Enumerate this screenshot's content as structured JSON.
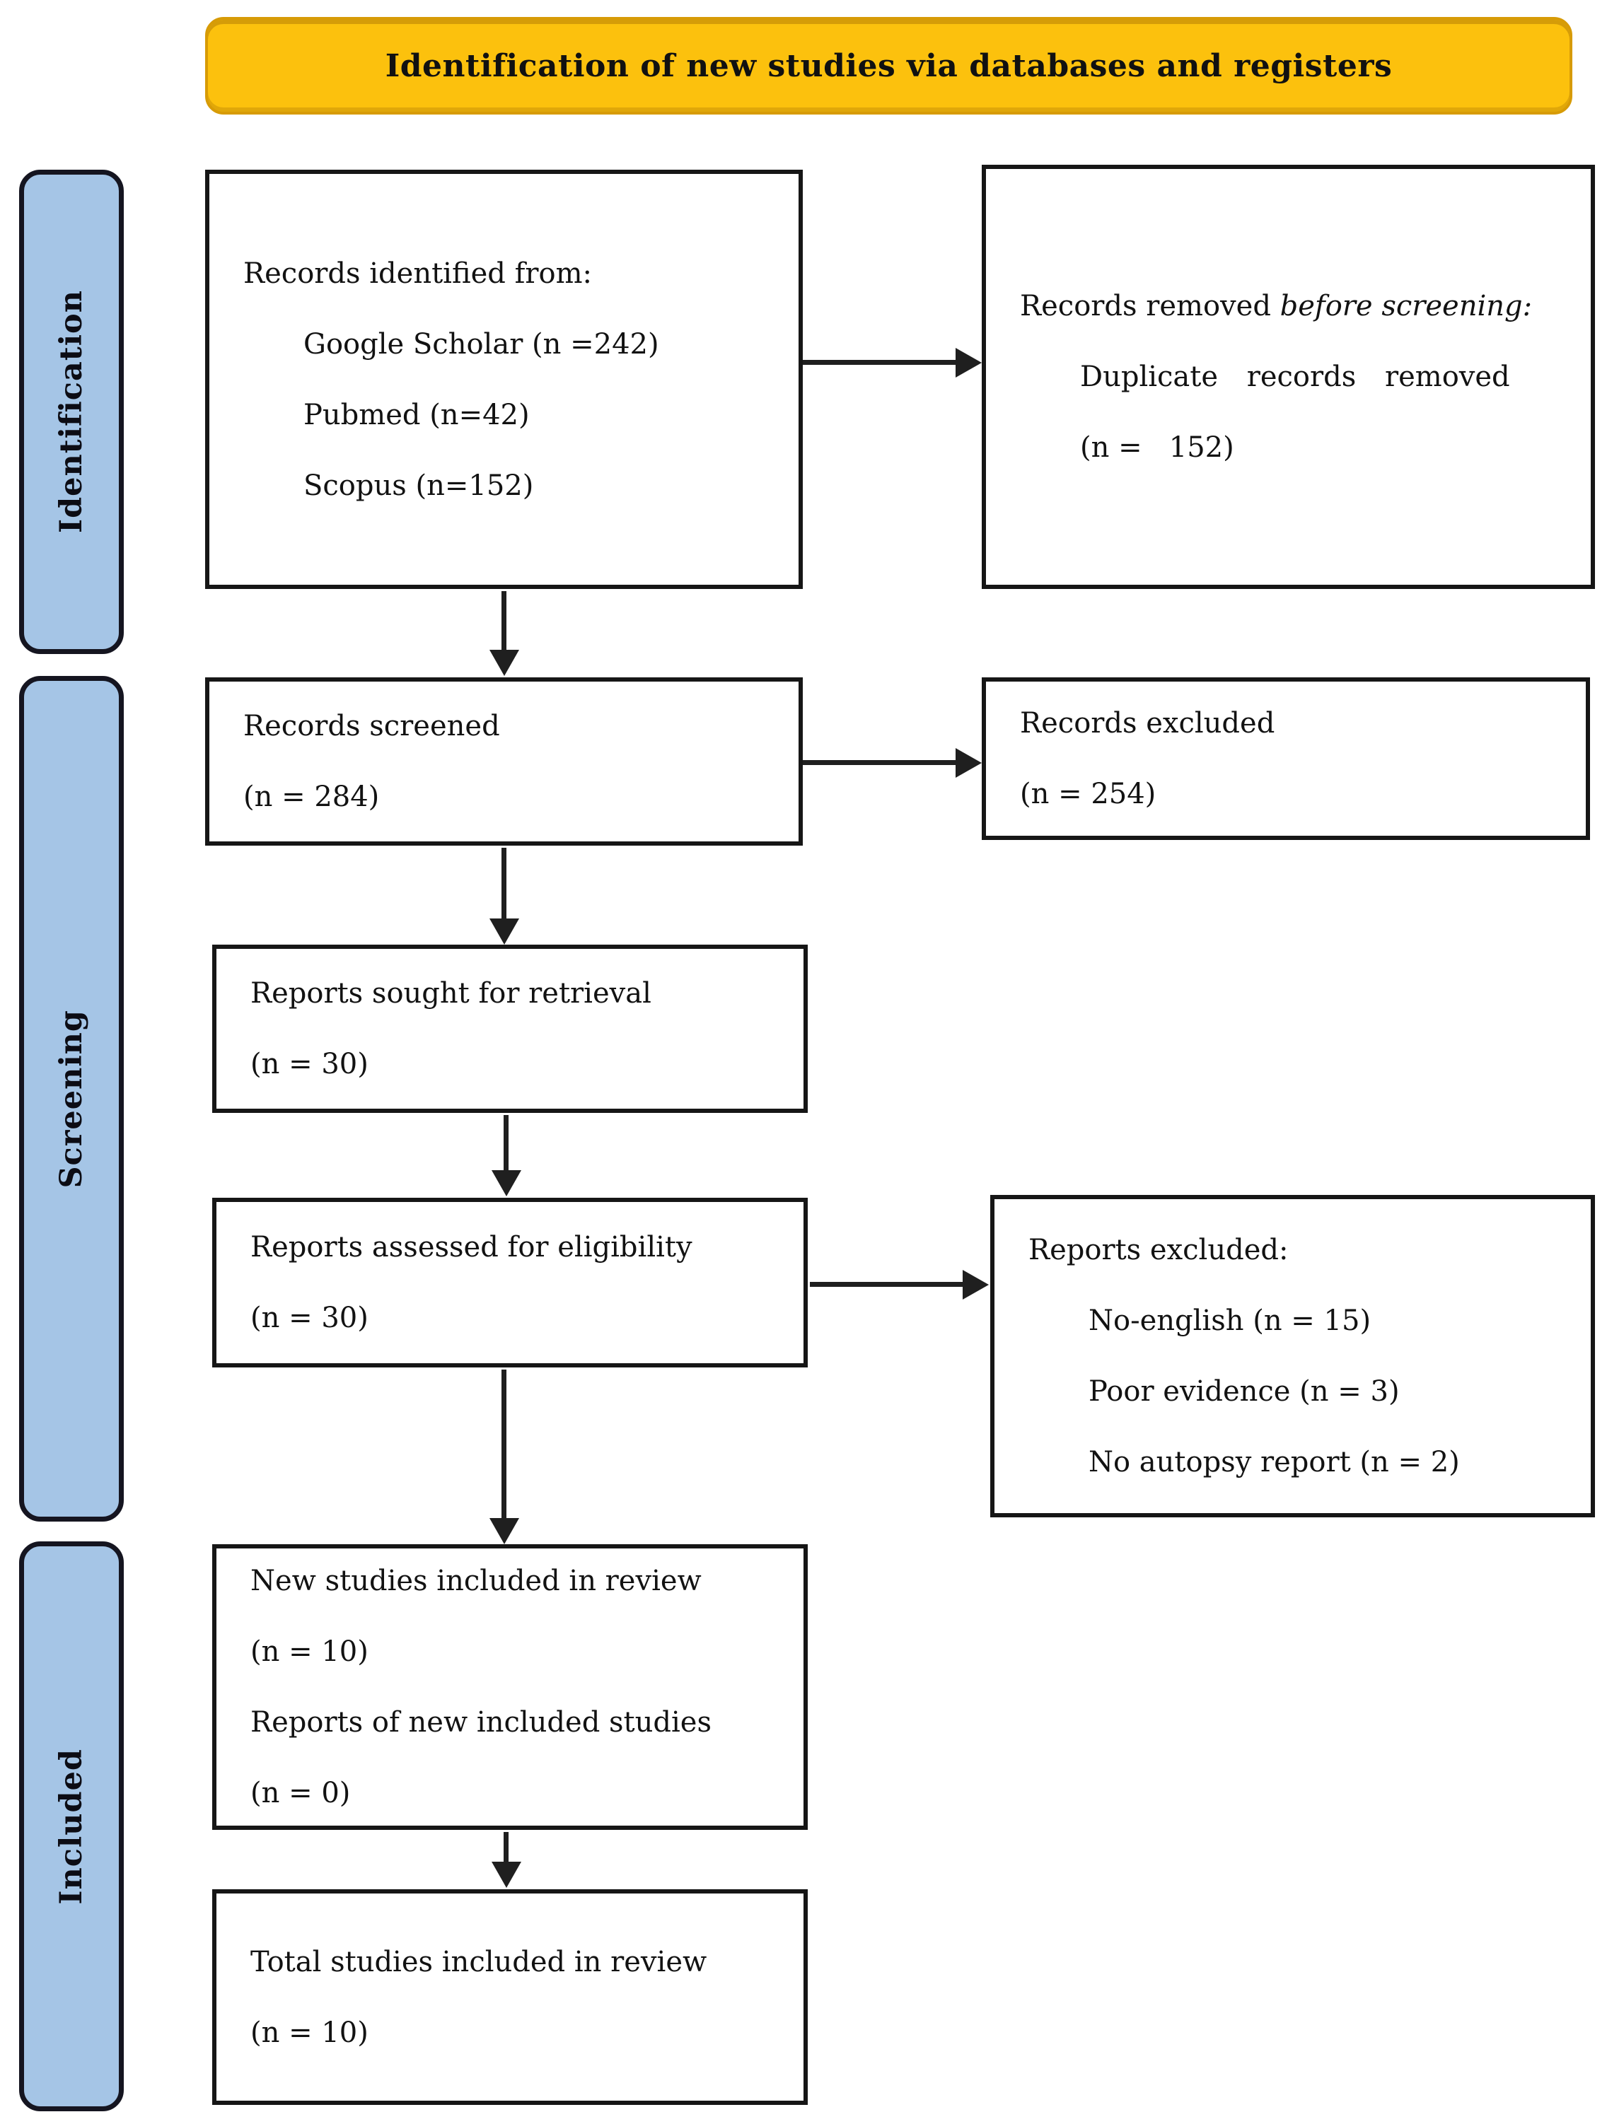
{
  "colors": {
    "banner_bg": "#FCC10D",
    "banner_border": "#D79B06",
    "stage_bg": "#A5C5E6",
    "box_border": "#161616",
    "arrow": "#1F1F1F"
  },
  "banner": {
    "label": "Identification of new studies via databases and registers"
  },
  "stages": {
    "identification": "Identification",
    "screening": "Screening",
    "included": "Included"
  },
  "flow": {
    "identified": {
      "lines": [
        "Records identified from:",
        "Google Scholar (n =242)",
        "Pubmed (n=42)",
        "Scopus (n=152)"
      ]
    },
    "removed": {
      "line1_prefix": "Records removed ",
      "line1_italic": "before screening:",
      "line2": "Duplicate records removed",
      "line3": "(n =   152)"
    },
    "screened": {
      "lines": [
        "Records screened",
        "(n = 284)"
      ]
    },
    "excluded": {
      "lines": [
        "Records excluded",
        "(n = 254)"
      ]
    },
    "sought": {
      "lines": [
        "Reports sought for retrieval",
        "(n = 30)"
      ]
    },
    "assessed": {
      "lines": [
        "Reports assessed for eligibility",
        "(n = 30)"
      ]
    },
    "reports_excluded": {
      "title": "Reports excluded:",
      "reasons": [
        "No-english (n = 15)",
        "Poor evidence (n = 3)",
        "No autopsy report (n = 2)"
      ]
    },
    "new_included": {
      "lines": [
        "New studies included in review",
        "(n = 10)",
        "Reports of new included studies",
        "(n = 0)"
      ]
    },
    "total": {
      "lines": [
        "Total studies included in review",
        "(n = 10)"
      ]
    }
  }
}
